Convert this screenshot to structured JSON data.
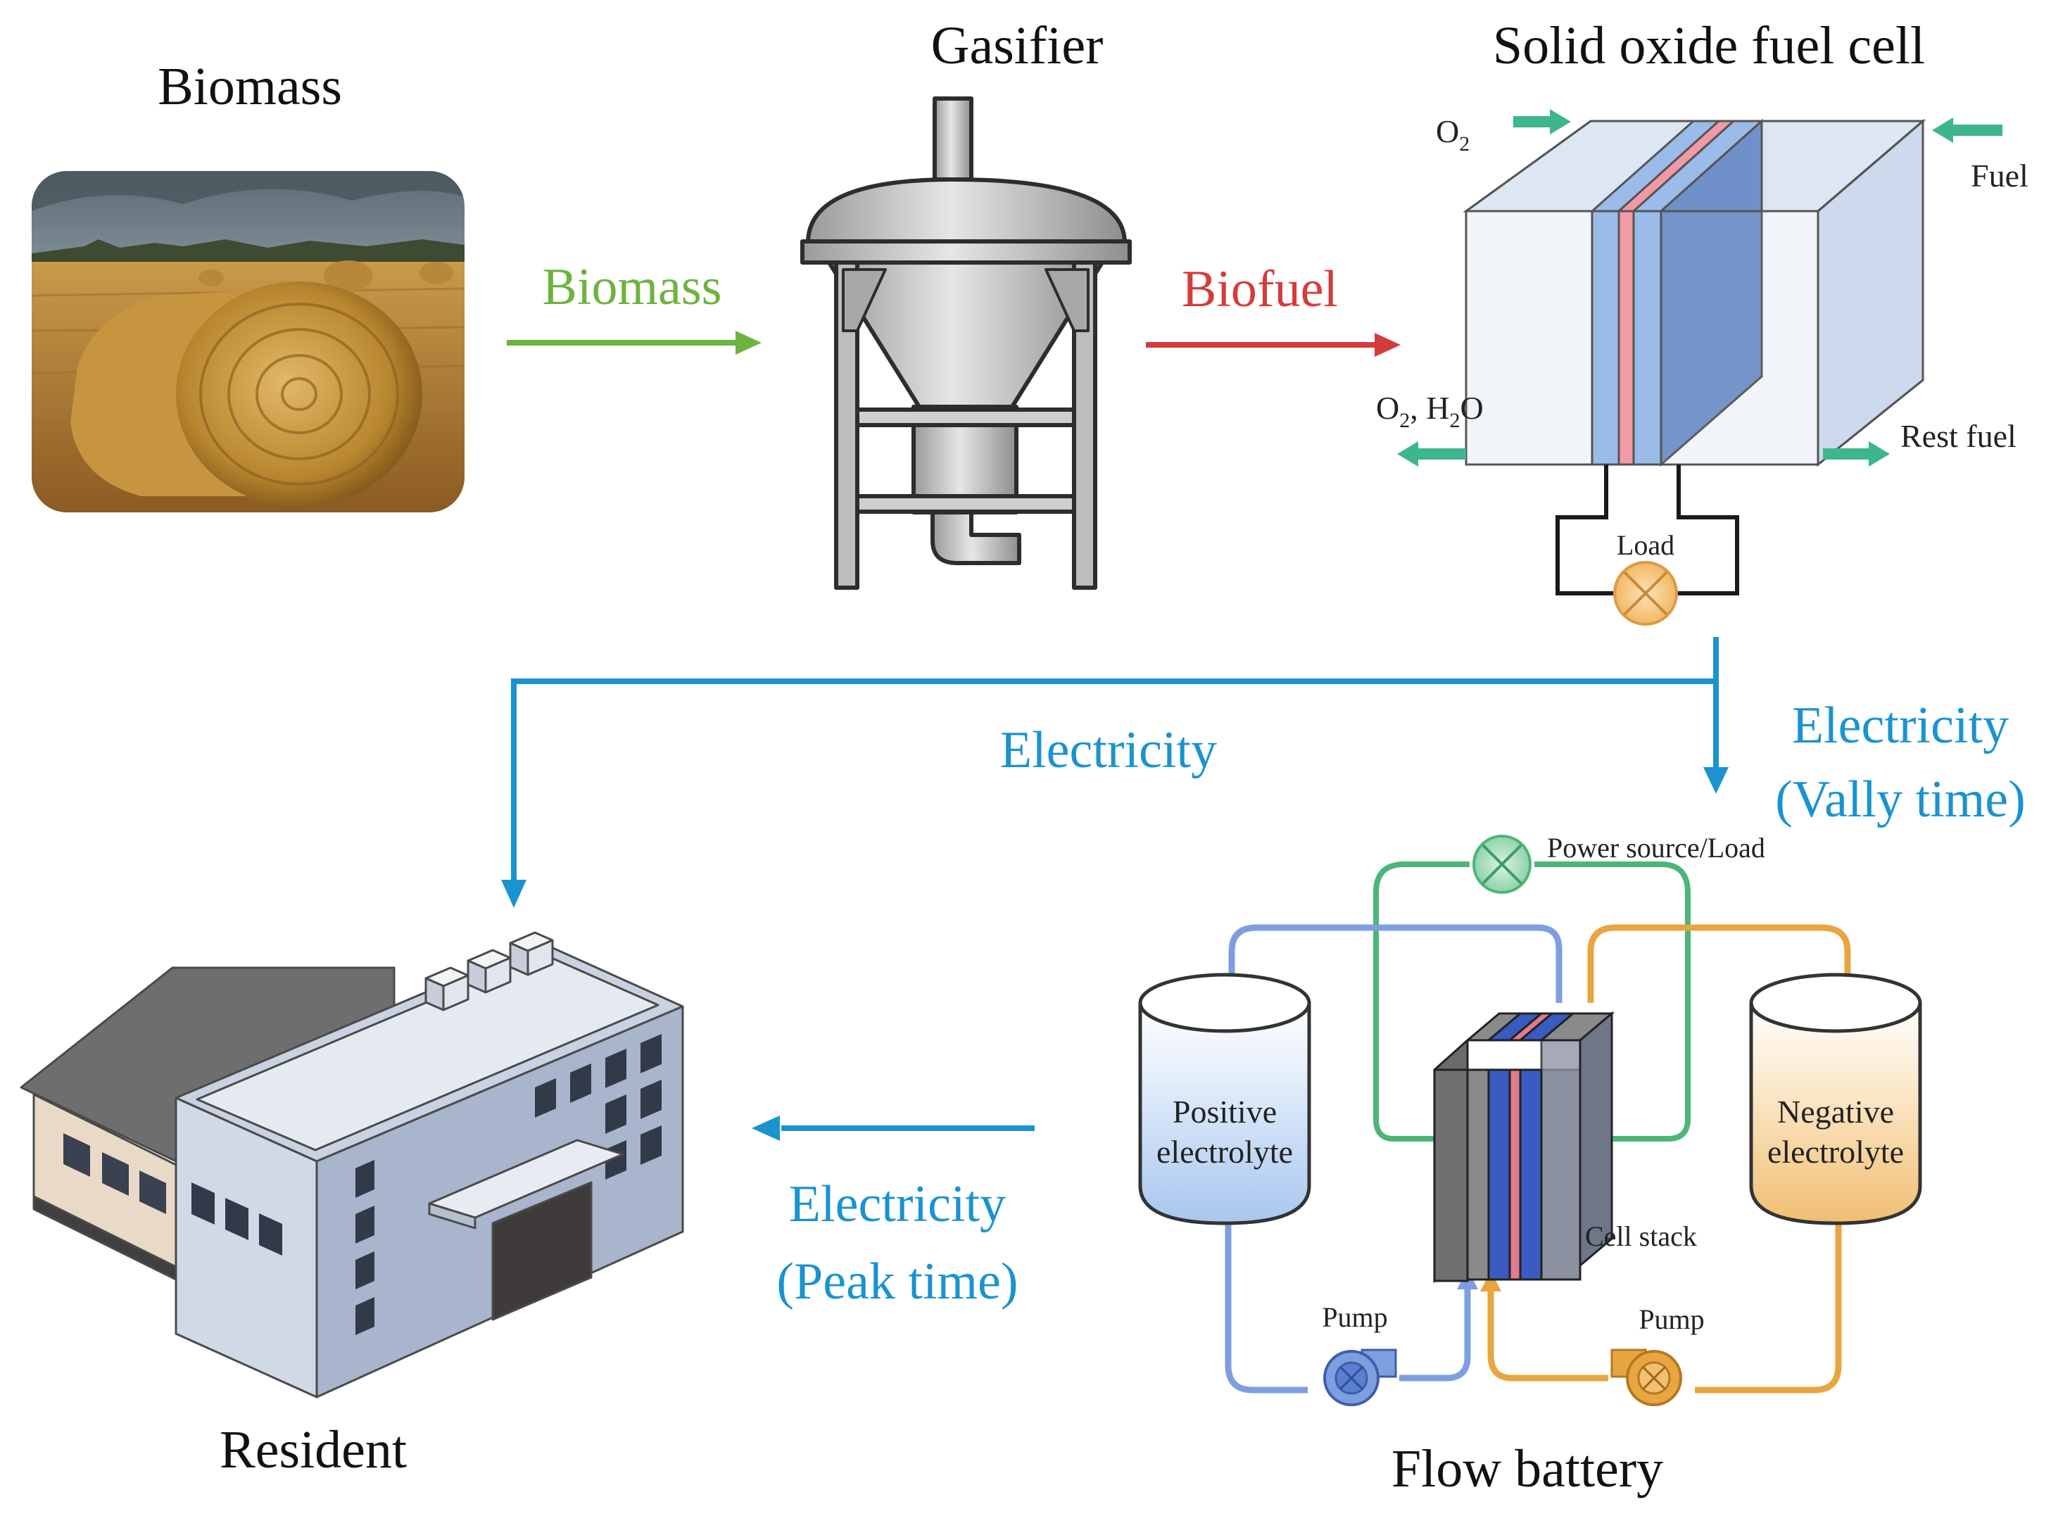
{
  "titles": {
    "biomass": "Biomass",
    "gasifier": "Gasifier",
    "sofc": "Solid oxide fuel cell",
    "resident": "Resident",
    "flow_battery": "Flow battery"
  },
  "arrows": {
    "biomass_to_gasifier": "Biomass",
    "gasifier_to_sofc": "Biofuel",
    "electricity_main": "Electricity",
    "electricity_valley_1": "Electricity",
    "electricity_valley_2": "(Vally time)",
    "electricity_peak_1": "Electricity",
    "electricity_peak_2": "(Peak time)"
  },
  "sofc_labels": {
    "o2_in": "O",
    "o2_in_sub": "2",
    "fuel": "Fuel",
    "o2_h2o_out_a": "O",
    "o2_h2o_out_sub1": "2",
    "o2_h2o_out_b": ", H",
    "o2_h2o_out_sub2": "2",
    "o2_h2o_out_c": "O",
    "rest_fuel": "Rest fuel",
    "load": "Load"
  },
  "battery_labels": {
    "power_source_load": "Power source/Load",
    "positive_1": "Positive",
    "positive_2": "electrolyte",
    "negative_1": "Negative",
    "negative_2": "electrolyte",
    "cell_stack": "Cell stack",
    "pump_left": "Pump",
    "pump_right": "Pump"
  },
  "colors": {
    "green_arrow": "#6cb33f",
    "red_arrow": "#d63b3b",
    "electricity": "#1a93cf",
    "teal_arrow": "#3db58e",
    "blue_pipe": "#7d9fe0",
    "orange_pipe": "#e8a640",
    "green_wire": "#4cb579"
  }
}
